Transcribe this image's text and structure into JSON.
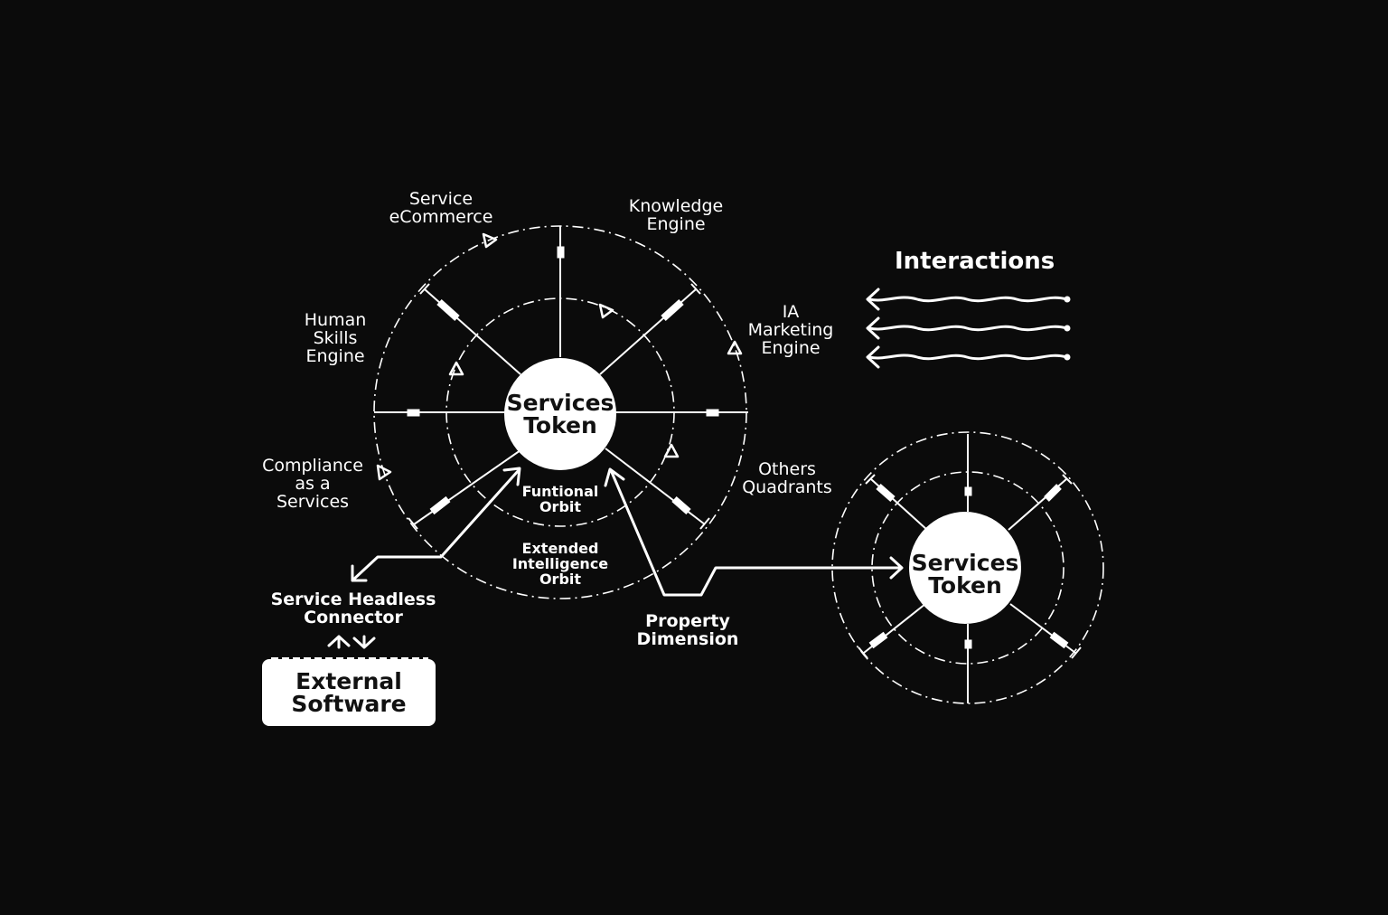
{
  "main_token": {
    "line1": "Services",
    "line2": "Token"
  },
  "second_token": {
    "line1": "Services",
    "line2": "Token"
  },
  "orbits": {
    "functional": {
      "line1": "Funtional",
      "line2": "Orbit"
    },
    "extended": {
      "line1": "Extended",
      "line2": "Intelligence",
      "line3": "Orbit"
    }
  },
  "quadrants": {
    "service_ecommerce": {
      "line1": "Service",
      "line2": "eCommerce"
    },
    "knowledge_engine": {
      "line1": "Knowledge",
      "line2": "Engine"
    },
    "human_skills": {
      "line1": "Human",
      "line2": "Skills",
      "line3": "Engine"
    },
    "ia_marketing": {
      "line1": "IA",
      "line2": "Marketing",
      "line3": "Engine"
    },
    "compliance": {
      "line1": "Compliance",
      "line2": "as a",
      "line3": "Services"
    },
    "others": {
      "line1": "Others",
      "line2": "Quadrants"
    }
  },
  "interactions": {
    "title": "Interactions"
  },
  "connector": {
    "line1": "Service Headless",
    "line2": "Connector"
  },
  "external_software": {
    "line1": "External",
    "line2": "Software"
  },
  "property_dimension": {
    "line1": "Property",
    "line2": "Dimension"
  },
  "colors": {
    "background": "#0b0b0b",
    "foreground": "#ffffff",
    "token_text": "#111111"
  }
}
